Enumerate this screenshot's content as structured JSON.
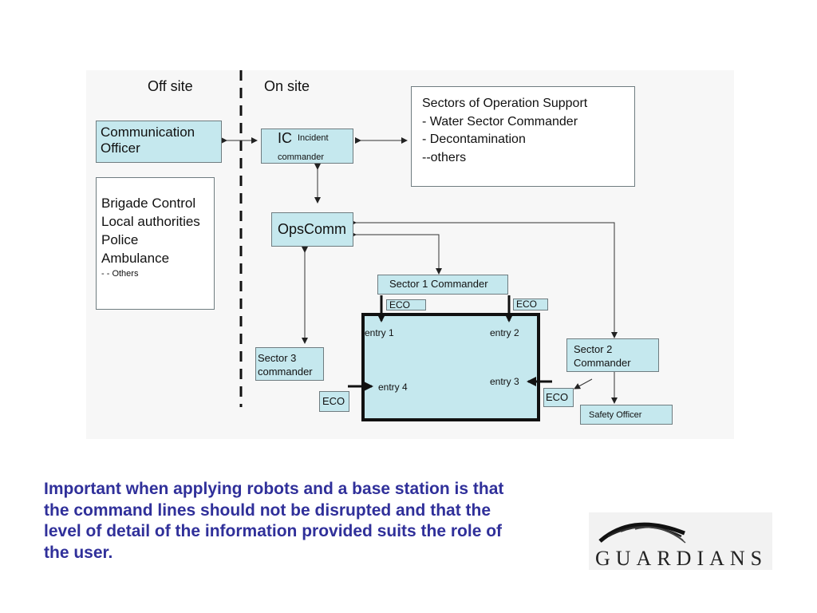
{
  "sections": {
    "off_site": "Off site",
    "on_site": "On site"
  },
  "nodes": {
    "communication_officer": {
      "line1": "Communication",
      "line2": "Officer"
    },
    "external_agencies": {
      "items": [
        "Brigade Control",
        "Local authorities",
        "Police",
        "Ambulance"
      ],
      "others": "- - Others"
    },
    "incident_commander": {
      "abbr": "IC",
      "desc_line1": "Incident",
      "desc_line2": "commander"
    },
    "sectors_support": {
      "title": "Sectors of Operation Support",
      "items": [
        "-  Water Sector Commander",
        "- Decontamination",
        "--others"
      ]
    },
    "opscomm": {
      "label": "OpsComm"
    },
    "sector1": {
      "label": "Sector 1 Commander"
    },
    "sector2": {
      "line1": "Sector 2",
      "line2": "Commander"
    },
    "sector3": {
      "line1": "Sector 3",
      "line2": "commander"
    },
    "safety_officer": {
      "label": "Safety Officer"
    },
    "eco_label": "ECO",
    "entries": {
      "entry1": "entry 1",
      "entry2": "entry 2",
      "entry3": "entry 3",
      "entry4": "entry 4"
    }
  },
  "caption": "Important when applying robots and a base station is that the command lines should not be disrupted and that the level of detail of the information provided suits the role of the user.",
  "logo": {
    "text": "GUARDIANS"
  },
  "colors": {
    "box_fill": "#c5e8ee",
    "caption_text": "#30309a",
    "outline": "#6f7c80"
  }
}
